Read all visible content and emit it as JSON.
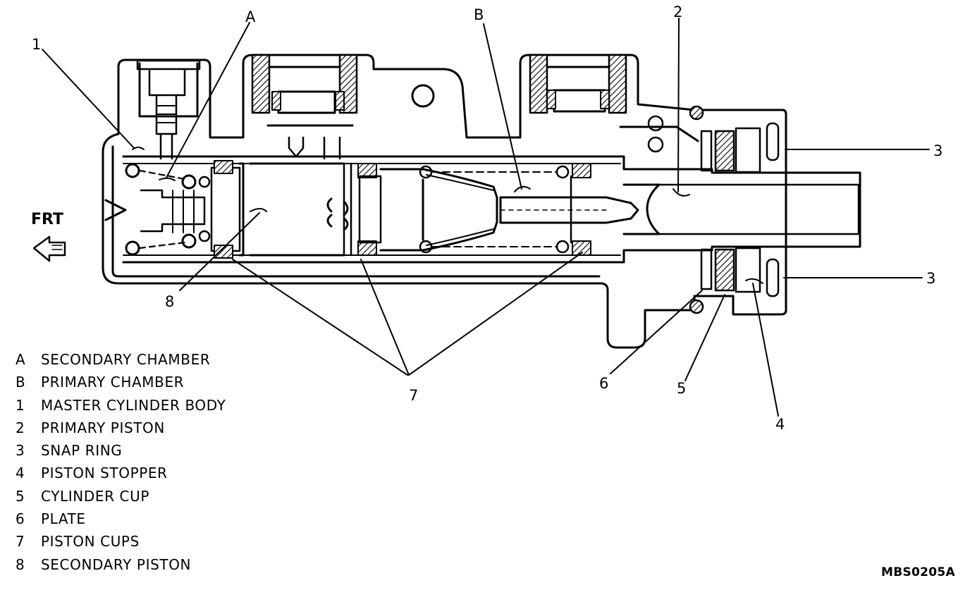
{
  "diagram": {
    "direction_label": "FRT",
    "drawing_code": "MBS0205A",
    "callouts": {
      "a": "A",
      "b": "B",
      "n1": "1",
      "n2": "2",
      "n3_top": "3",
      "n3_bottom": "3",
      "n4": "4",
      "n5": "5",
      "n6": "6",
      "n7": "7",
      "n8": "8"
    },
    "legend": [
      {
        "key": "A",
        "text": "SECONDARY CHAMBER"
      },
      {
        "key": "B",
        "text": "PRIMARY CHAMBER"
      },
      {
        "key": "1",
        "text": "MASTER CYLINDER BODY"
      },
      {
        "key": "2",
        "text": "PRIMARY PISTON"
      },
      {
        "key": "3",
        "text": "SNAP RING"
      },
      {
        "key": "4",
        "text": "PISTON STOPPER"
      },
      {
        "key": "5",
        "text": "CYLINDER CUP"
      },
      {
        "key": "6",
        "text": "PLATE"
      },
      {
        "key": "7",
        "text": "PISTON CUPS"
      },
      {
        "key": "8",
        "text": "SECONDARY PISTON"
      }
    ]
  }
}
